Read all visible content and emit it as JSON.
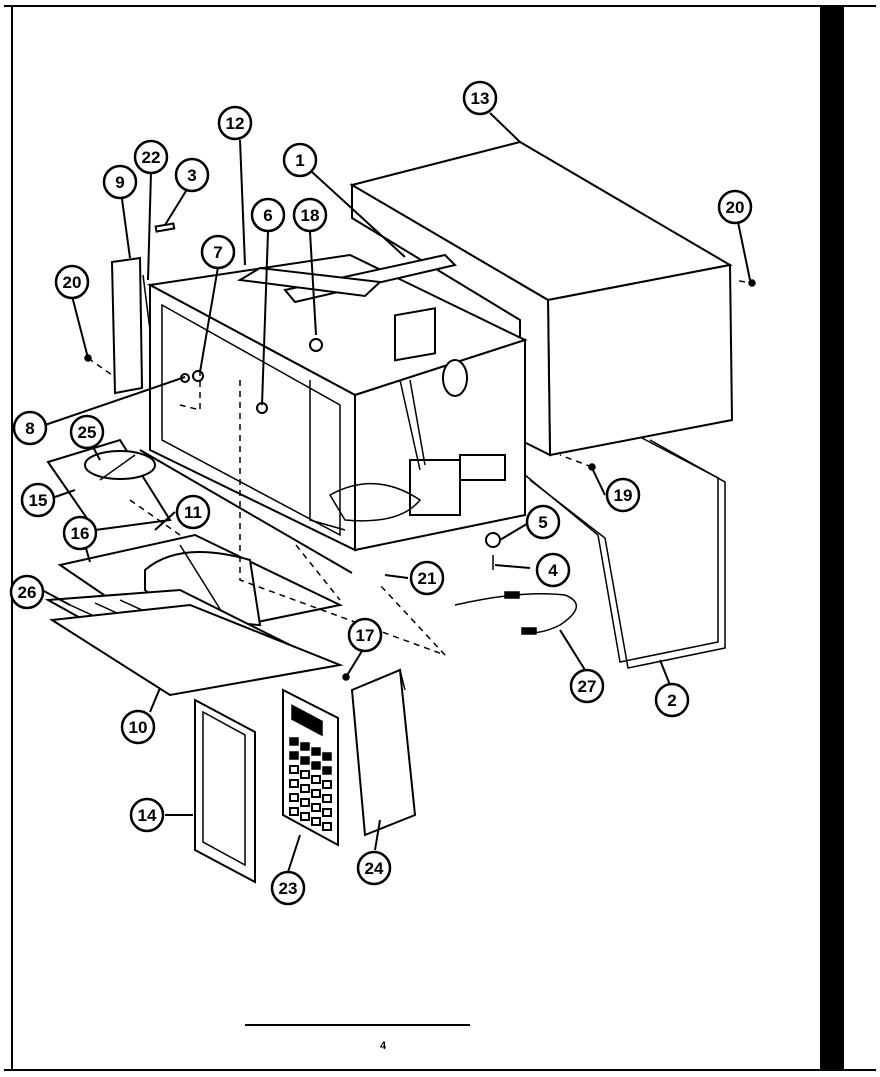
{
  "page_number": "4",
  "callouts": [
    {
      "label": "1"
    },
    {
      "label": "2"
    },
    {
      "label": "3"
    },
    {
      "label": "4"
    },
    {
      "label": "5"
    },
    {
      "label": "6"
    },
    {
      "label": "7"
    },
    {
      "label": "8"
    },
    {
      "label": "9"
    },
    {
      "label": "10"
    },
    {
      "label": "11"
    },
    {
      "label": "12"
    },
    {
      "label": "13"
    },
    {
      "label": "14"
    },
    {
      "label": "15"
    },
    {
      "label": "16"
    },
    {
      "label": "17"
    },
    {
      "label": "18"
    },
    {
      "label": "19"
    },
    {
      "label": "20"
    },
    {
      "label": "20"
    },
    {
      "label": "21"
    },
    {
      "label": "22"
    },
    {
      "label": "23"
    },
    {
      "label": "24"
    },
    {
      "label": "25"
    },
    {
      "label": "26"
    },
    {
      "label": "27"
    }
  ]
}
